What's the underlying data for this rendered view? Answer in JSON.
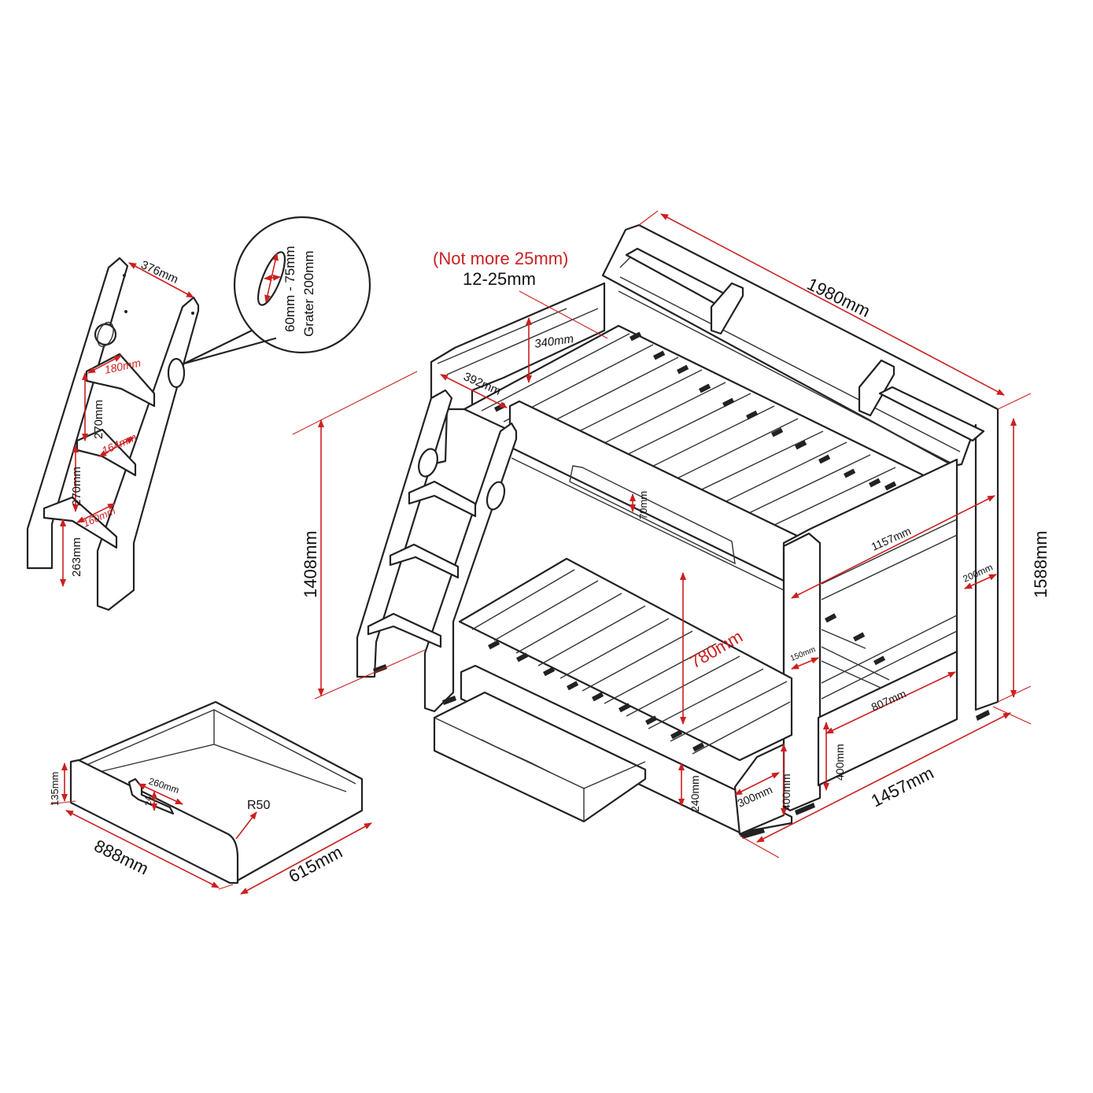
{
  "colors": {
    "dimension": "#cc1f1f",
    "outline": "#222222",
    "text": "#111111",
    "background": "#ffffff"
  },
  "dimensions": {
    "total_length": "1980mm",
    "total_height": "1588mm",
    "total_width": "1457mm",
    "side_height": "1408mm",
    "mattress_thickness_note": "(Not more 25mm)",
    "mattress_thickness": "12-25mm",
    "top_guard_height": "340mm",
    "shelf_depth": "392mm",
    "top_rail_gap": "70mm",
    "top_opening": "1157mm",
    "end_gap": "200mm",
    "under_clearance": "780mm",
    "rail_gap": "150mm",
    "bottom_opening": "807mm",
    "post_height": "400mm",
    "lower_rail_height": "400mm",
    "foot_width": "300mm",
    "rail_height": "240mm"
  },
  "ladder": {
    "width": "376mm",
    "tread_top": "180mm",
    "rise_1": "270mm",
    "tread_mid": "164mm",
    "rise_2": "270mm",
    "tread_low": "160mm",
    "bottom_rise": "263mm"
  },
  "handle_hole": {
    "size": "60mm - 75mm",
    "note": "Grater 200mm"
  },
  "drawer": {
    "height": "135mm",
    "handle_width": "260mm",
    "handle_depth": "24",
    "corner_radius": "R50",
    "length": "888mm",
    "depth": "615mm"
  }
}
